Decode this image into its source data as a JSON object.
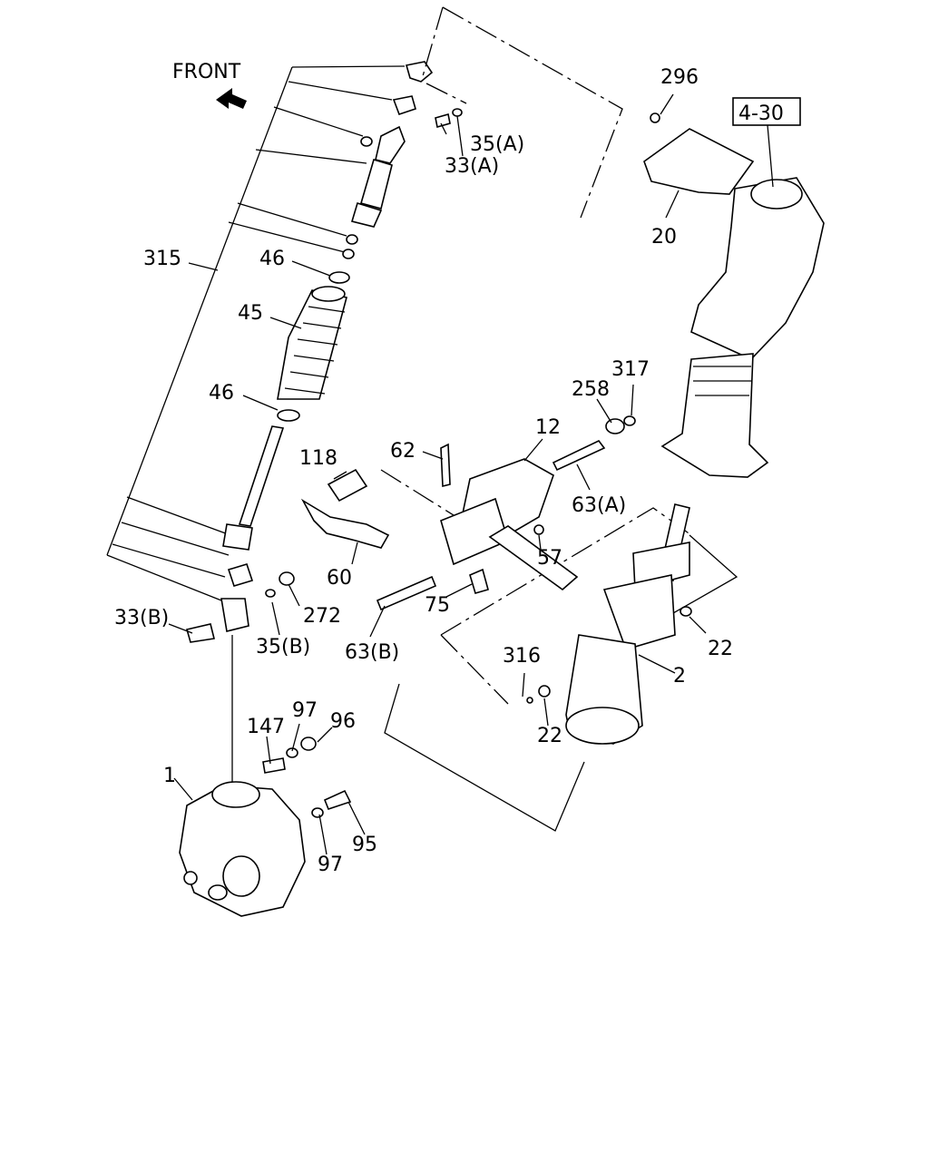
{
  "front_label": "FRONT",
  "ref_box": "4-30",
  "callouts": [
    {
      "id": "296",
      "text": "296"
    },
    {
      "id": "35A",
      "text": "35(A)"
    },
    {
      "id": "33A",
      "text": "33(A)"
    },
    {
      "id": "20",
      "text": "20"
    },
    {
      "id": "315",
      "text": "315"
    },
    {
      "id": "46a",
      "text": "46"
    },
    {
      "id": "45",
      "text": "45"
    },
    {
      "id": "46b",
      "text": "46"
    },
    {
      "id": "317",
      "text": "317"
    },
    {
      "id": "258",
      "text": "258"
    },
    {
      "id": "12",
      "text": "12"
    },
    {
      "id": "62",
      "text": "62"
    },
    {
      "id": "118",
      "text": "118"
    },
    {
      "id": "63A",
      "text": "63(A)"
    },
    {
      "id": "57",
      "text": "57"
    },
    {
      "id": "60",
      "text": "60"
    },
    {
      "id": "75",
      "text": "75"
    },
    {
      "id": "272",
      "text": "272"
    },
    {
      "id": "33B",
      "text": "33(B)"
    },
    {
      "id": "35B",
      "text": "35(B)"
    },
    {
      "id": "63B",
      "text": "63(B)"
    },
    {
      "id": "316",
      "text": "316"
    },
    {
      "id": "22a",
      "text": "22"
    },
    {
      "id": "2",
      "text": "2"
    },
    {
      "id": "22b",
      "text": "22"
    },
    {
      "id": "97a",
      "text": "97"
    },
    {
      "id": "96",
      "text": "96"
    },
    {
      "id": "147",
      "text": "147"
    },
    {
      "id": "1",
      "text": "1"
    },
    {
      "id": "95",
      "text": "95"
    },
    {
      "id": "97b",
      "text": "97"
    }
  ]
}
